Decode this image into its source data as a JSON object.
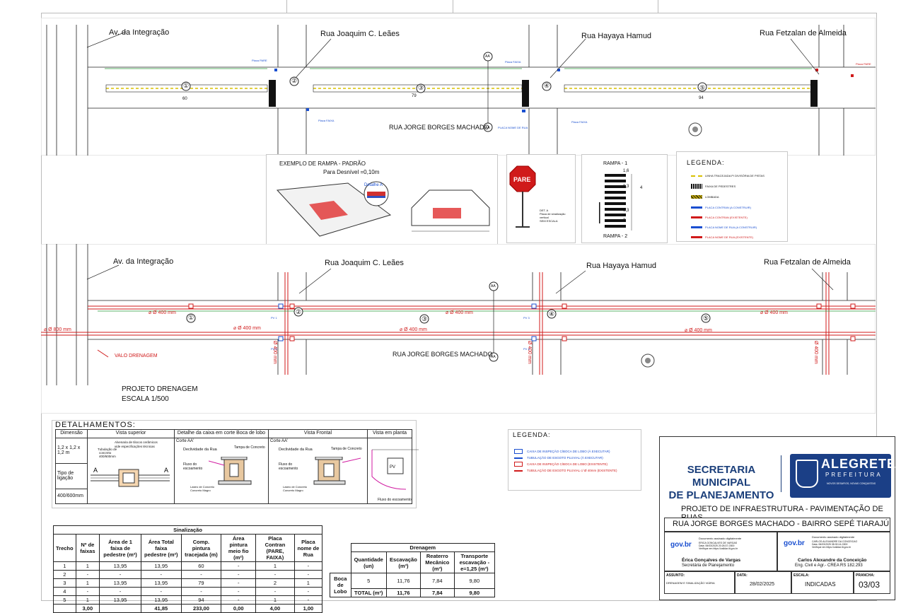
{
  "plan_top": {
    "streets": [
      "Av. da Integração",
      "Rua Joaquim C. Leães",
      "Rua Hayaya Hamud",
      "Rua Fetzalan de Almeida"
    ],
    "bottom_street": "RUA JORGE BORGES MACHADO",
    "trechos": [
      "①",
      "②",
      "③",
      "④",
      "⑤"
    ],
    "lengths": [
      "60",
      "79",
      "94"
    ],
    "sign_labels": {
      "placa_pare": "Placa PARE",
      "placa_faixa": "Placa FAIXA",
      "placa_nome": "PLACA NOME DE RUA"
    },
    "section_marker": "AA"
  },
  "rampa_panel": {
    "title": "EXEMPLO DE RAMPA - PADRÃO",
    "subtitle": "Para Desnível =0,10m",
    "detail_label": "Detalhe A"
  },
  "pare_panel": {
    "sign_text": "PARE",
    "note": "DET. A\nPlaca de sinalização vertical\nSEM ESCALA"
  },
  "crosswalk_panel": {
    "top_label": "RAMPA - 1",
    "bottom_label": "RAMPA - 2",
    "dims": [
      "1,6",
      "4",
      "0,3",
      "0,3",
      "3"
    ]
  },
  "legend_top": {
    "title": "LEGENDA:",
    "items": [
      {
        "label": "LINHA TRACEJADA P/ DIVISÓRIA DE PISTAS",
        "color": "#d8c000"
      },
      {
        "label": "FAIXA DE PEDESTRES",
        "color": "#111111"
      },
      {
        "label": "LOMBADA",
        "color": "#b8a000"
      },
      {
        "label": "PLACA CONTRAN (A CONSTRUIR)",
        "color": "#1a4fd0"
      },
      {
        "label": "PLACA CONTRAN (EXISTENTE)",
        "color": "#d01a1a"
      },
      {
        "label": "PLACA NOME DE RUA (A CONSTRUIR)",
        "color": "#1a4fd0"
      },
      {
        "label": "PLACA NOME DE RUA (EXISTENTE)",
        "color": "#d01a1a"
      }
    ]
  },
  "plan_bottom": {
    "streets": [
      "Av. da Integração",
      "Rua Joaquim C. Leães",
      "Rua Hayaya Hamud",
      "Rua Fetzalan de Almeida"
    ],
    "bottom_street": "RUA JORGE BORGES MACHADO",
    "pipes": {
      "d800": "⌀ Ø 800 mm",
      "d400": "⌀ Ø 400 mm",
      "v400": "Ø 400 mm"
    },
    "valo": "VALO DRENAGEM",
    "project_title": "PROJETO DRENAGEM",
    "scale": "ESCALA 1/500",
    "pv_labels": [
      "PV 1",
      "PV 2",
      "PV 3",
      "PV 4",
      "PV 5",
      "PV 6"
    ]
  },
  "detalhamentos": {
    "title": "DETALHAMENTOS:",
    "headers": [
      "Dimensão",
      "Vista superior",
      "Detalhe da caixa em corte Boca de lobo",
      "Vista Frontal",
      "Vista em planta"
    ],
    "dim_value": "1,2 x 1,2 x 1,2 m",
    "tipo_label": "Tipo de ligação",
    "tipo_value": "400/600mm",
    "vs_notes": [
      "Alvenaria de tilocos cerâmicos",
      "vide especificações técnicas",
      "Tubulação de",
      "concreto",
      "400/600mm"
    ],
    "corte_label": "Corte AA'",
    "declividade": "Declividade da Rua",
    "tampa": "Tampa de Concreto",
    "fluxo": "Fluxo do escoamento",
    "lastro": "Lastro de Concreto Concreto Magro",
    "planta_note": "Fluxo do escoamento",
    "pv": "PV"
  },
  "legend_bottom": {
    "title": "LEGENDA:",
    "items": [
      {
        "label": "CAIXA DE INSPEÇÃO C/BOCA DE LOBO (À EXECUTAR)",
        "color": "#1a4fd0"
      },
      {
        "label": "TUBULAÇÃO DE ESGOTO PLUVIAL (À EXECUTAR)",
        "color": "#1a4fd0"
      },
      {
        "label": "CAIXA DE INSPEÇÃO C/BOCA DE LOBO (EXISTENTE)",
        "color": "#d01a1a"
      },
      {
        "label": "TUBULAÇÃO DE ESGOTO PLUVIAL c/ Ø 40mm (EXISTENTE)",
        "color": "#d01a1a"
      }
    ]
  },
  "sinalizacao": {
    "title": "Sinalização",
    "headers": [
      "Trecho",
      "Nº de faixas",
      "Área de 1 faixa de pedestre (m²)",
      "Área Total faixa pedestre (m²)",
      "Comp. pintura tracejada (m)",
      "Área pintura meio fio (m²)",
      "Placa Contran (PARE, FAIXA)",
      "Placa nome de Rua"
    ],
    "rows": [
      [
        "1",
        "1",
        "13,95",
        "13,95",
        "60",
        "-",
        "1",
        "-"
      ],
      [
        "2",
        "-",
        "-",
        "-",
        "-",
        "-",
        "-",
        "-"
      ],
      [
        "3",
        "1",
        "13,95",
        "13,95",
        "79",
        "-",
        "2",
        "1"
      ],
      [
        "4",
        "-",
        "-",
        "-",
        "-",
        "-",
        "-",
        "-"
      ],
      [
        "5",
        "1",
        "13,95",
        "13,95",
        "94",
        "-",
        "1",
        "-"
      ]
    ],
    "totals": [
      "",
      "3,00",
      "",
      "41,85",
      "233,00",
      "0,00",
      "4,00",
      "1,00"
    ]
  },
  "drenagem": {
    "title": "Drenagem",
    "headers": [
      "Quantidade (un)",
      "Escavação (m³)",
      "Reaterro Mecânico (m³)",
      "Transporte escavação - e=1,25 (m³)"
    ],
    "row_label": "Boca de Lobo",
    "row": [
      "5",
      "11,76",
      "7,84",
      "9,80"
    ],
    "total_label": "TOTAL (m³)",
    "totals": [
      "11,76",
      "7,84",
      "9,80"
    ]
  },
  "title_block": {
    "secretaria": "SECRETARIA MUNICIPAL\nDE PLANEJAMENTO",
    "city": "ALEGRETE",
    "prefeitura": "PREFEITURA",
    "slogan": "NOVOS DESAFIOS, NOVAS CONQUISTAS",
    "project": "PROJETO DE INFRAESTRUTURA - PAVIMENTAÇÃO DE RUAS",
    "street": "RUA JORGE BORGES MACHADO - BAIRRO SEPÉ TIARAJÚ",
    "sig1_name": "Érica Gonçalves de Vargas",
    "sig1_role": "Secretária de Planejamento",
    "sig2_name": "Carlos Alexandre da Conceição",
    "sig2_role": "Eng. Civil e Agr.- CREA RS 182.293",
    "govbr": "gov.br",
    "doc_signed": "Documento assinado digitalmente",
    "sig1_block": "ERICA GONCALVES DE VARGAS\nData: 06/03/2025 20:26:37-0300\nVerifique em https://validar.iti.gov.br",
    "sig2_block": "CARLOS ALEXANDRE DA CONCEICAO\nData: 06/03/2025 08:30:14-0300\nVerifique em https://validar.iti.gov.br",
    "assunto_label": "ASSUNTO:",
    "assunto_value": "DRENAGEM E SINALIZAÇÃO VIÁRIA",
    "data_label": "DATA:",
    "data_value": "28/02/2025",
    "escala_label": "ESCALA:",
    "escala_value": "INDICADAS",
    "prancha_label": "PRANCHA:",
    "prancha_value": "03/03"
  }
}
